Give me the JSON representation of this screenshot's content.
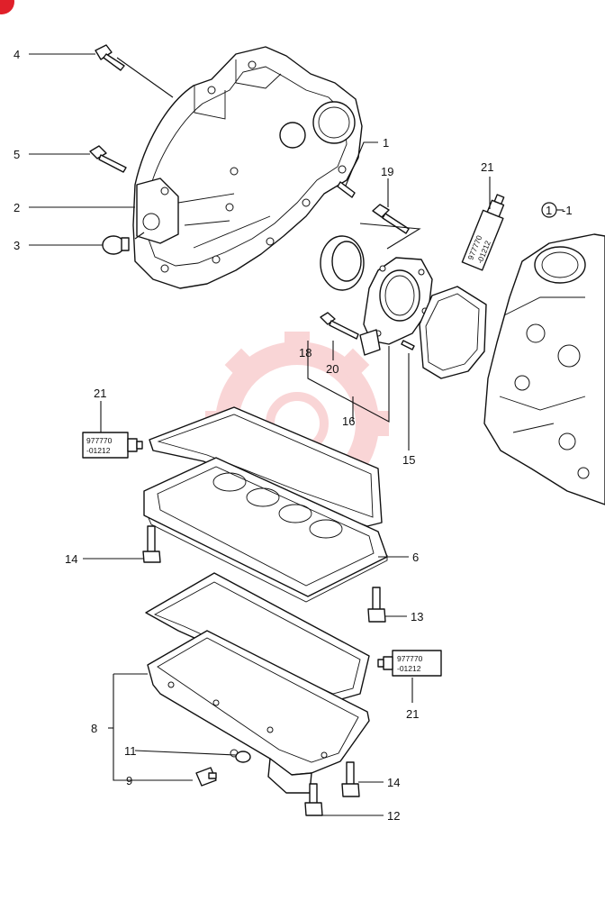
{
  "callouts": {
    "c1": "1",
    "c2": "2",
    "c3": "3",
    "c4": "4",
    "c5": "5",
    "c6": "6",
    "c8": "8",
    "c9": "9",
    "c11": "11",
    "c12": "12",
    "c13": "13",
    "c14a": "14",
    "c14b": "14",
    "c15": "15",
    "c16": "16",
    "c18": "18",
    "c19": "19",
    "c20": "20",
    "c21a": "21",
    "c21b": "21",
    "c21c": "21",
    "block_ref": "1",
    "block_suffix": "-1"
  },
  "sealant_tube": {
    "line1": "977770",
    "line2": "-01212"
  },
  "colors": {
    "corner_mark": "#e0202a",
    "watermark": "#f2a3a6",
    "ink": "#111111"
  }
}
